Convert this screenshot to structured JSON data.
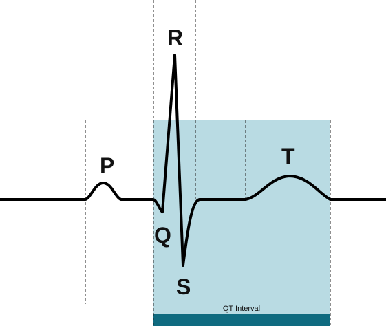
{
  "labels": {
    "p": "P",
    "q": "Q",
    "r": "R",
    "s": "S",
    "t": "T"
  },
  "interval": {
    "label": "QT Interval"
  },
  "colors": {
    "waveform": "#000000",
    "interval_fill": "#b9dbe3",
    "interval_bar": "#0f6b80",
    "guide_lines": "#222222"
  }
}
